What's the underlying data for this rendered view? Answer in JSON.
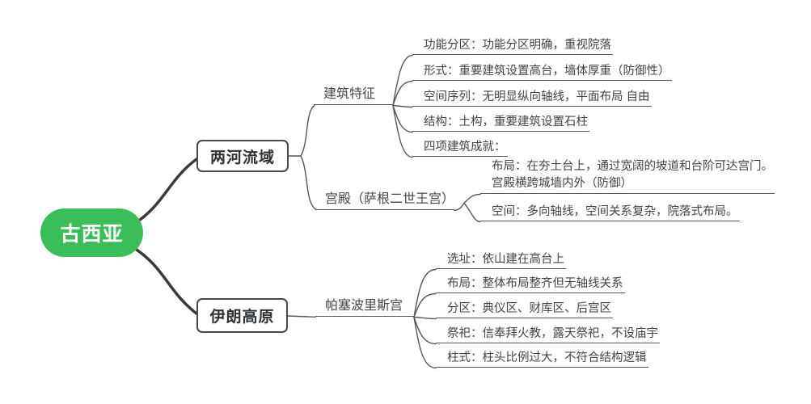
{
  "mindmap": {
    "root": {
      "label": "古西亚"
    },
    "branches": [
      {
        "label": "两河流域",
        "children": [
          {
            "label": "建筑特征",
            "children": [
              {
                "label": "功能分区：功能分区明确，重视院落"
              },
              {
                "label": "形式：重要建筑设置高台，墙体厚重（防御性）"
              },
              {
                "label": "空间序列：无明显纵向轴线，平面布局 自由"
              },
              {
                "label": "结构：土构，重要建筑设置石柱"
              },
              {
                "label": "四项建筑成就："
              }
            ]
          },
          {
            "label": "宫殿（萨根二世王宫）",
            "children": [
              {
                "label": "布局：在夯土台上，通过宽阔的坡道和台阶可达宫门。\n宫殿横跨城墙内外（防御）"
              },
              {
                "label": "空间：多向轴线，空间关系复杂，院落式布局。"
              }
            ]
          }
        ]
      },
      {
        "label": "伊朗高原",
        "children": [
          {
            "label": "帕塞波里斯宫",
            "children": [
              {
                "label": "选址：依山建在高台上"
              },
              {
                "label": "布局：整体布局整齐但无轴线关系"
              },
              {
                "label": "分区：典仪区、财库区、后宫区"
              },
              {
                "label": "祭祀：信奉拜火教，露天祭祀，不设庙宇"
              },
              {
                "label": "柱式：柱头比例过大，不符合结构逻辑"
              }
            ]
          }
        ]
      }
    ],
    "colors": {
      "root_bg": "#3bbd5a",
      "root_text": "#ffffff",
      "thick_line": "#3a3a3a",
      "thin_line": "#54575a",
      "box_border": "#44474b",
      "text": "#404448",
      "background": "#ffffff"
    }
  }
}
